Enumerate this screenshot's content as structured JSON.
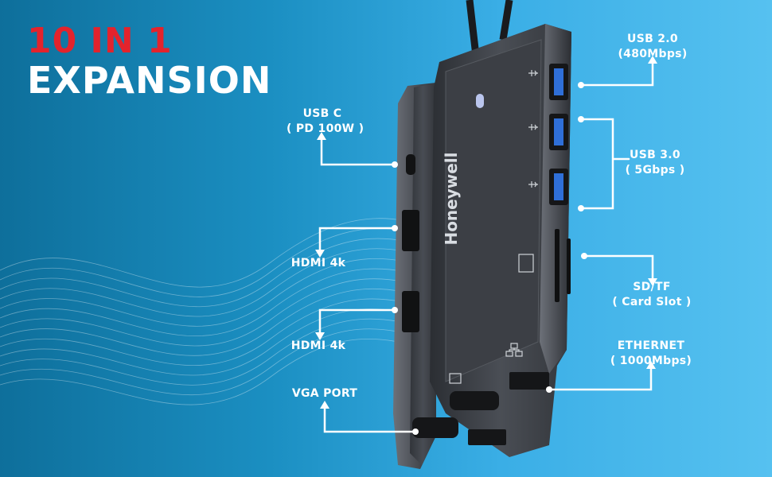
{
  "headline": {
    "line1": "10 IN 1",
    "line2": "EXPANSION"
  },
  "brand": "Honeywell",
  "colors": {
    "accent_red": "#e3232c",
    "text": "#ffffff",
    "bg_dark": "#0e6f9b",
    "bg_light": "#56c1f0",
    "device": "#3a3d42"
  },
  "ports": {
    "usb_c": {
      "line1": "USB C",
      "line2": "( PD 100W )"
    },
    "hdmi_1": {
      "line1": "HDMI 4k"
    },
    "hdmi_2": {
      "line1": "HDMI 4k"
    },
    "vga": {
      "line1": "VGA PORT"
    },
    "usb_2": {
      "line1": "USB 2.0",
      "line2": "(480Mbps)"
    },
    "usb_3": {
      "line1": "USB 3.0",
      "line2": "( 5Gbps )"
    },
    "sd_tf": {
      "line1": "SD/TF",
      "line2": "( Card Slot )"
    },
    "ethernet": {
      "line1": "ETHERNET",
      "line2": "( 1000Mbps)"
    }
  },
  "icons": [
    "usb-icon",
    "usb-5gbps-icon",
    "sd-card-icon",
    "ethernet-icon",
    "monitor-icon"
  ]
}
